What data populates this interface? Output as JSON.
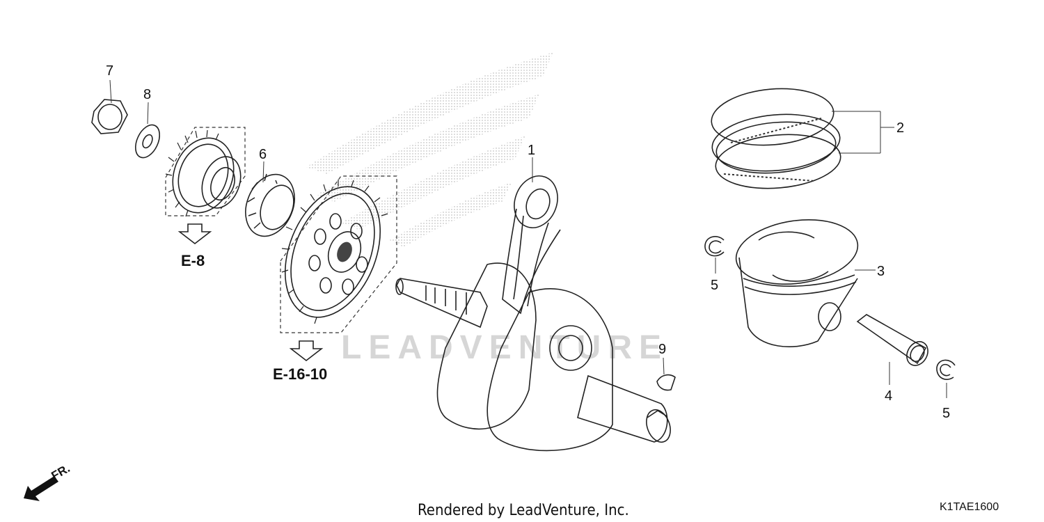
{
  "callouts": {
    "p1": "1",
    "p2": "2",
    "p3": "3",
    "p4": "4",
    "p5a": "5",
    "p5b": "5",
    "p6": "6",
    "p7": "7",
    "p8": "8",
    "p9": "9"
  },
  "references": {
    "e8": "E-8",
    "e16": "E-16-10"
  },
  "direction_label": "FR.",
  "watermark": "LEADVENTURE",
  "footer": {
    "rendered_by": "Rendered by LeadVenture, Inc.",
    "diagram_code": "K1TAE1600"
  },
  "colors": {
    "line": "#222222",
    "watermark": "#d6d6d6",
    "background": "#ffffff"
  },
  "icons": {
    "direction_arrow": "fr-arrow-icon",
    "reference_arrow": "down-arrow-icon"
  }
}
